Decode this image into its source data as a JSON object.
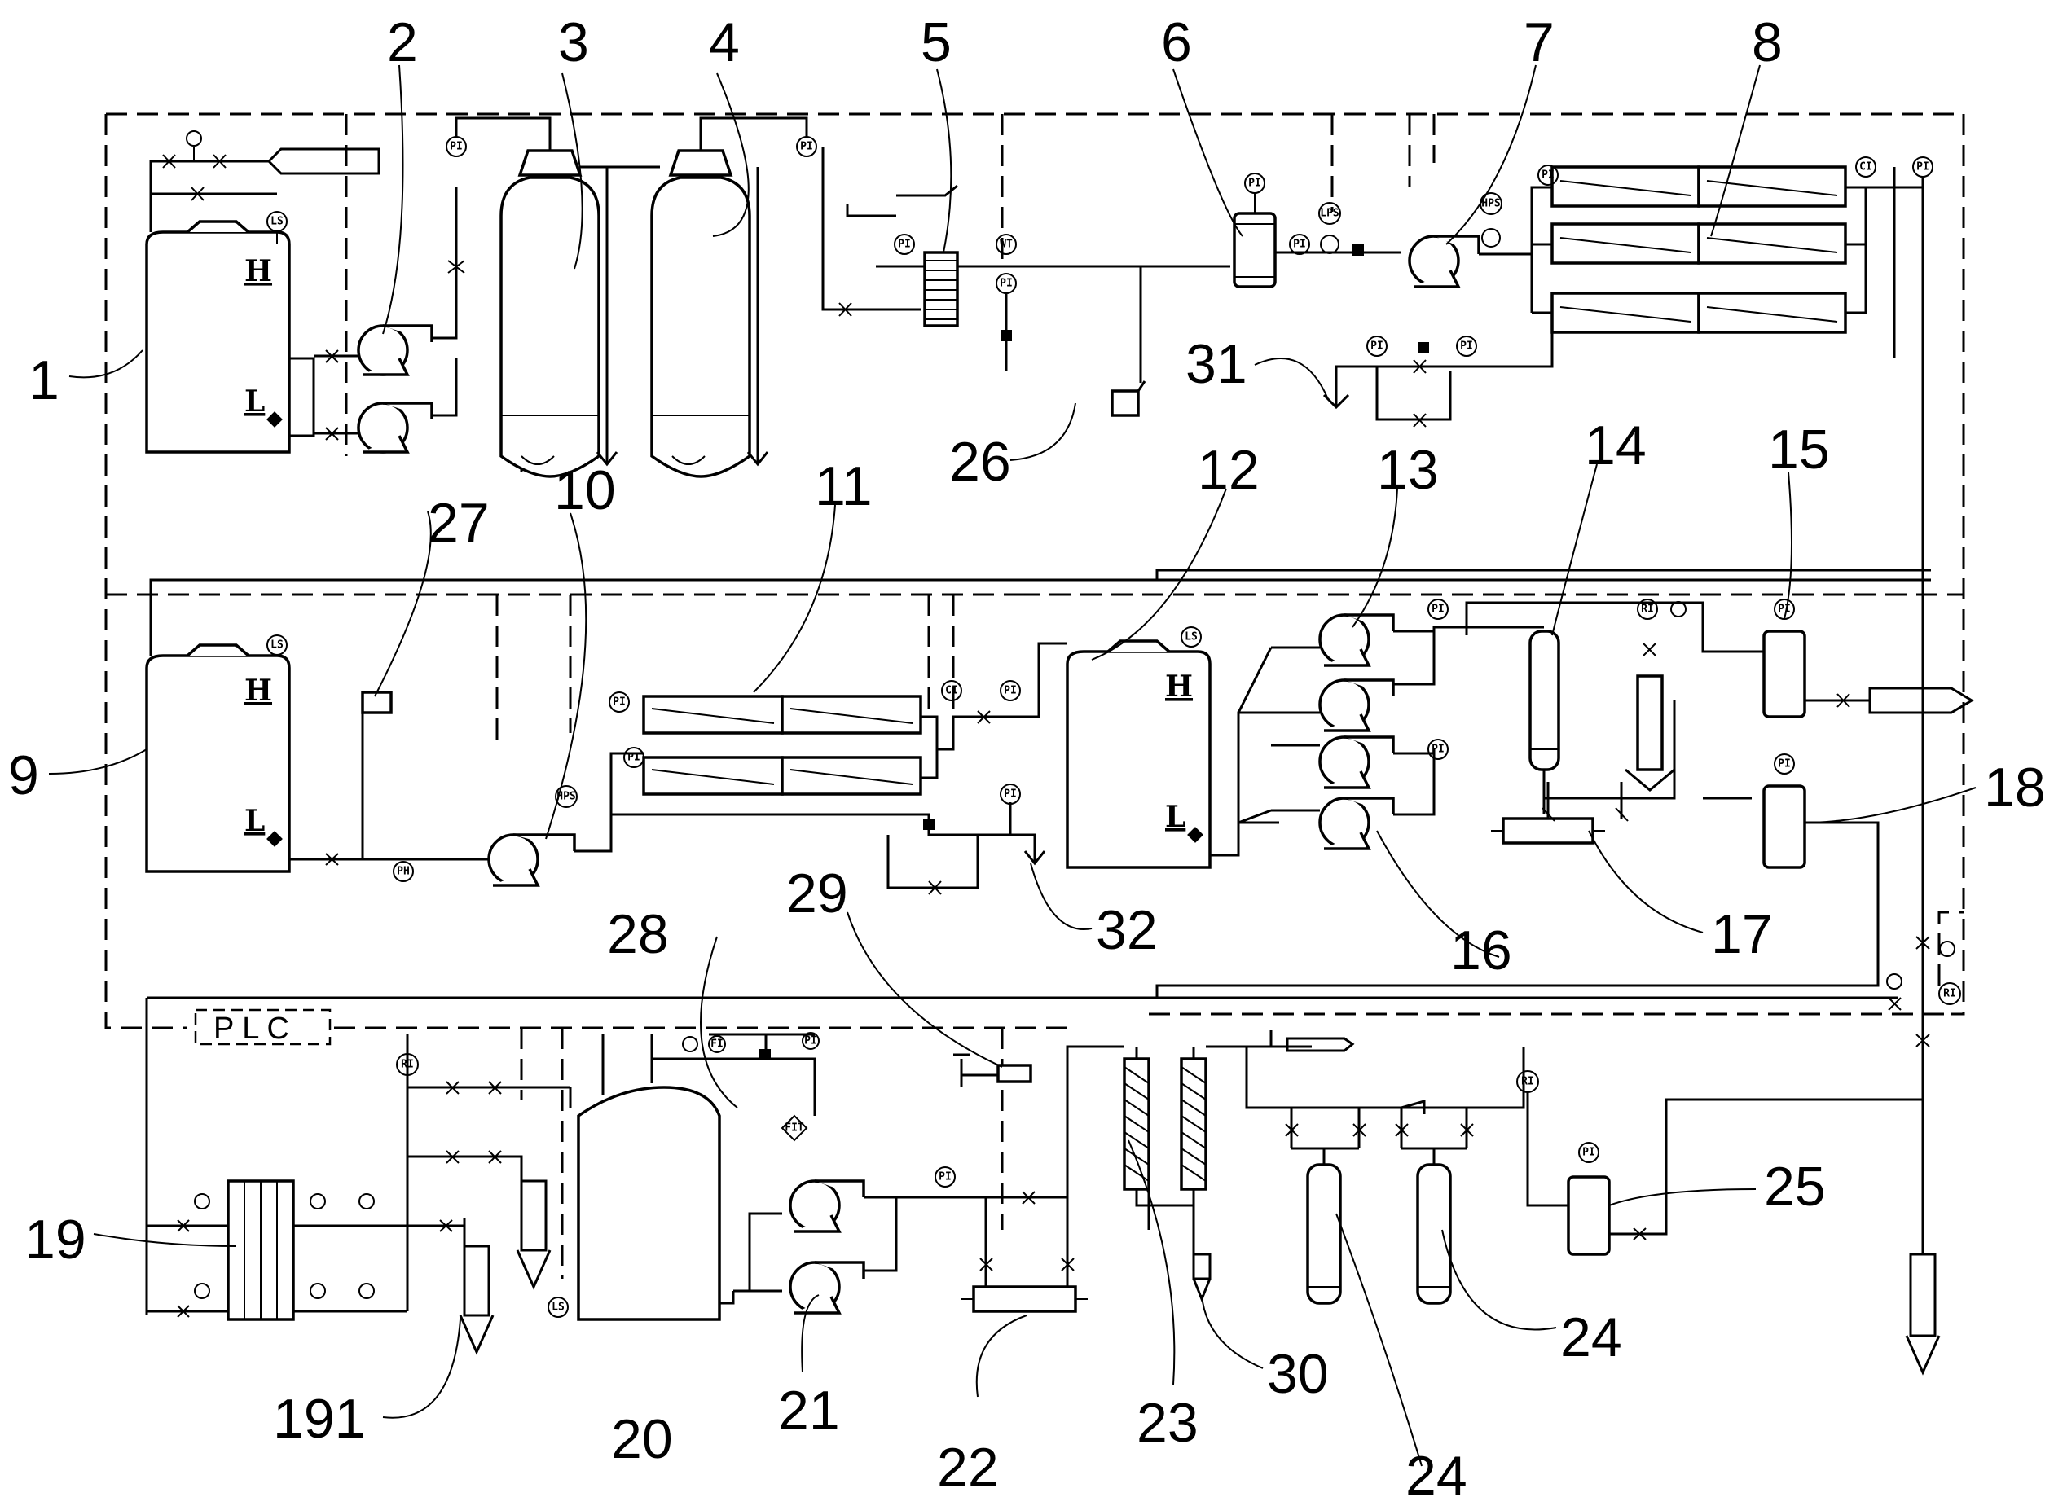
{
  "labels": {
    "n1": "1",
    "n2": "2",
    "n3": "3",
    "n4": "4",
    "n5": "5",
    "n6": "6",
    "n7": "7",
    "n8": "8",
    "n9": "9",
    "n10": "10",
    "n11": "11",
    "n12": "12",
    "n13": "13",
    "n14": "14",
    "n15": "15",
    "n16": "16",
    "n17": "17",
    "n18": "18",
    "n19": "19",
    "n191": "191",
    "n20": "20",
    "n21": "21",
    "n22": "22",
    "n23": "23",
    "n24a": "24",
    "n24b": "24",
    "n25": "25",
    "n26": "26",
    "n27": "27",
    "n28": "28",
    "n29": "29",
    "n30": "30",
    "n31": "31",
    "n32": "32"
  },
  "tank_levels": {
    "high": "H",
    "low": "L"
  },
  "plc_text": "P L C",
  "instrument_tags": {
    "pi": "PI",
    "ls": "LS",
    "lps": "LPS",
    "hps": "HPS",
    "wt": "WT",
    "fi": "FI",
    "ci": "CI",
    "ri": "RI",
    "fit": "FIT",
    "ph": "PH"
  }
}
